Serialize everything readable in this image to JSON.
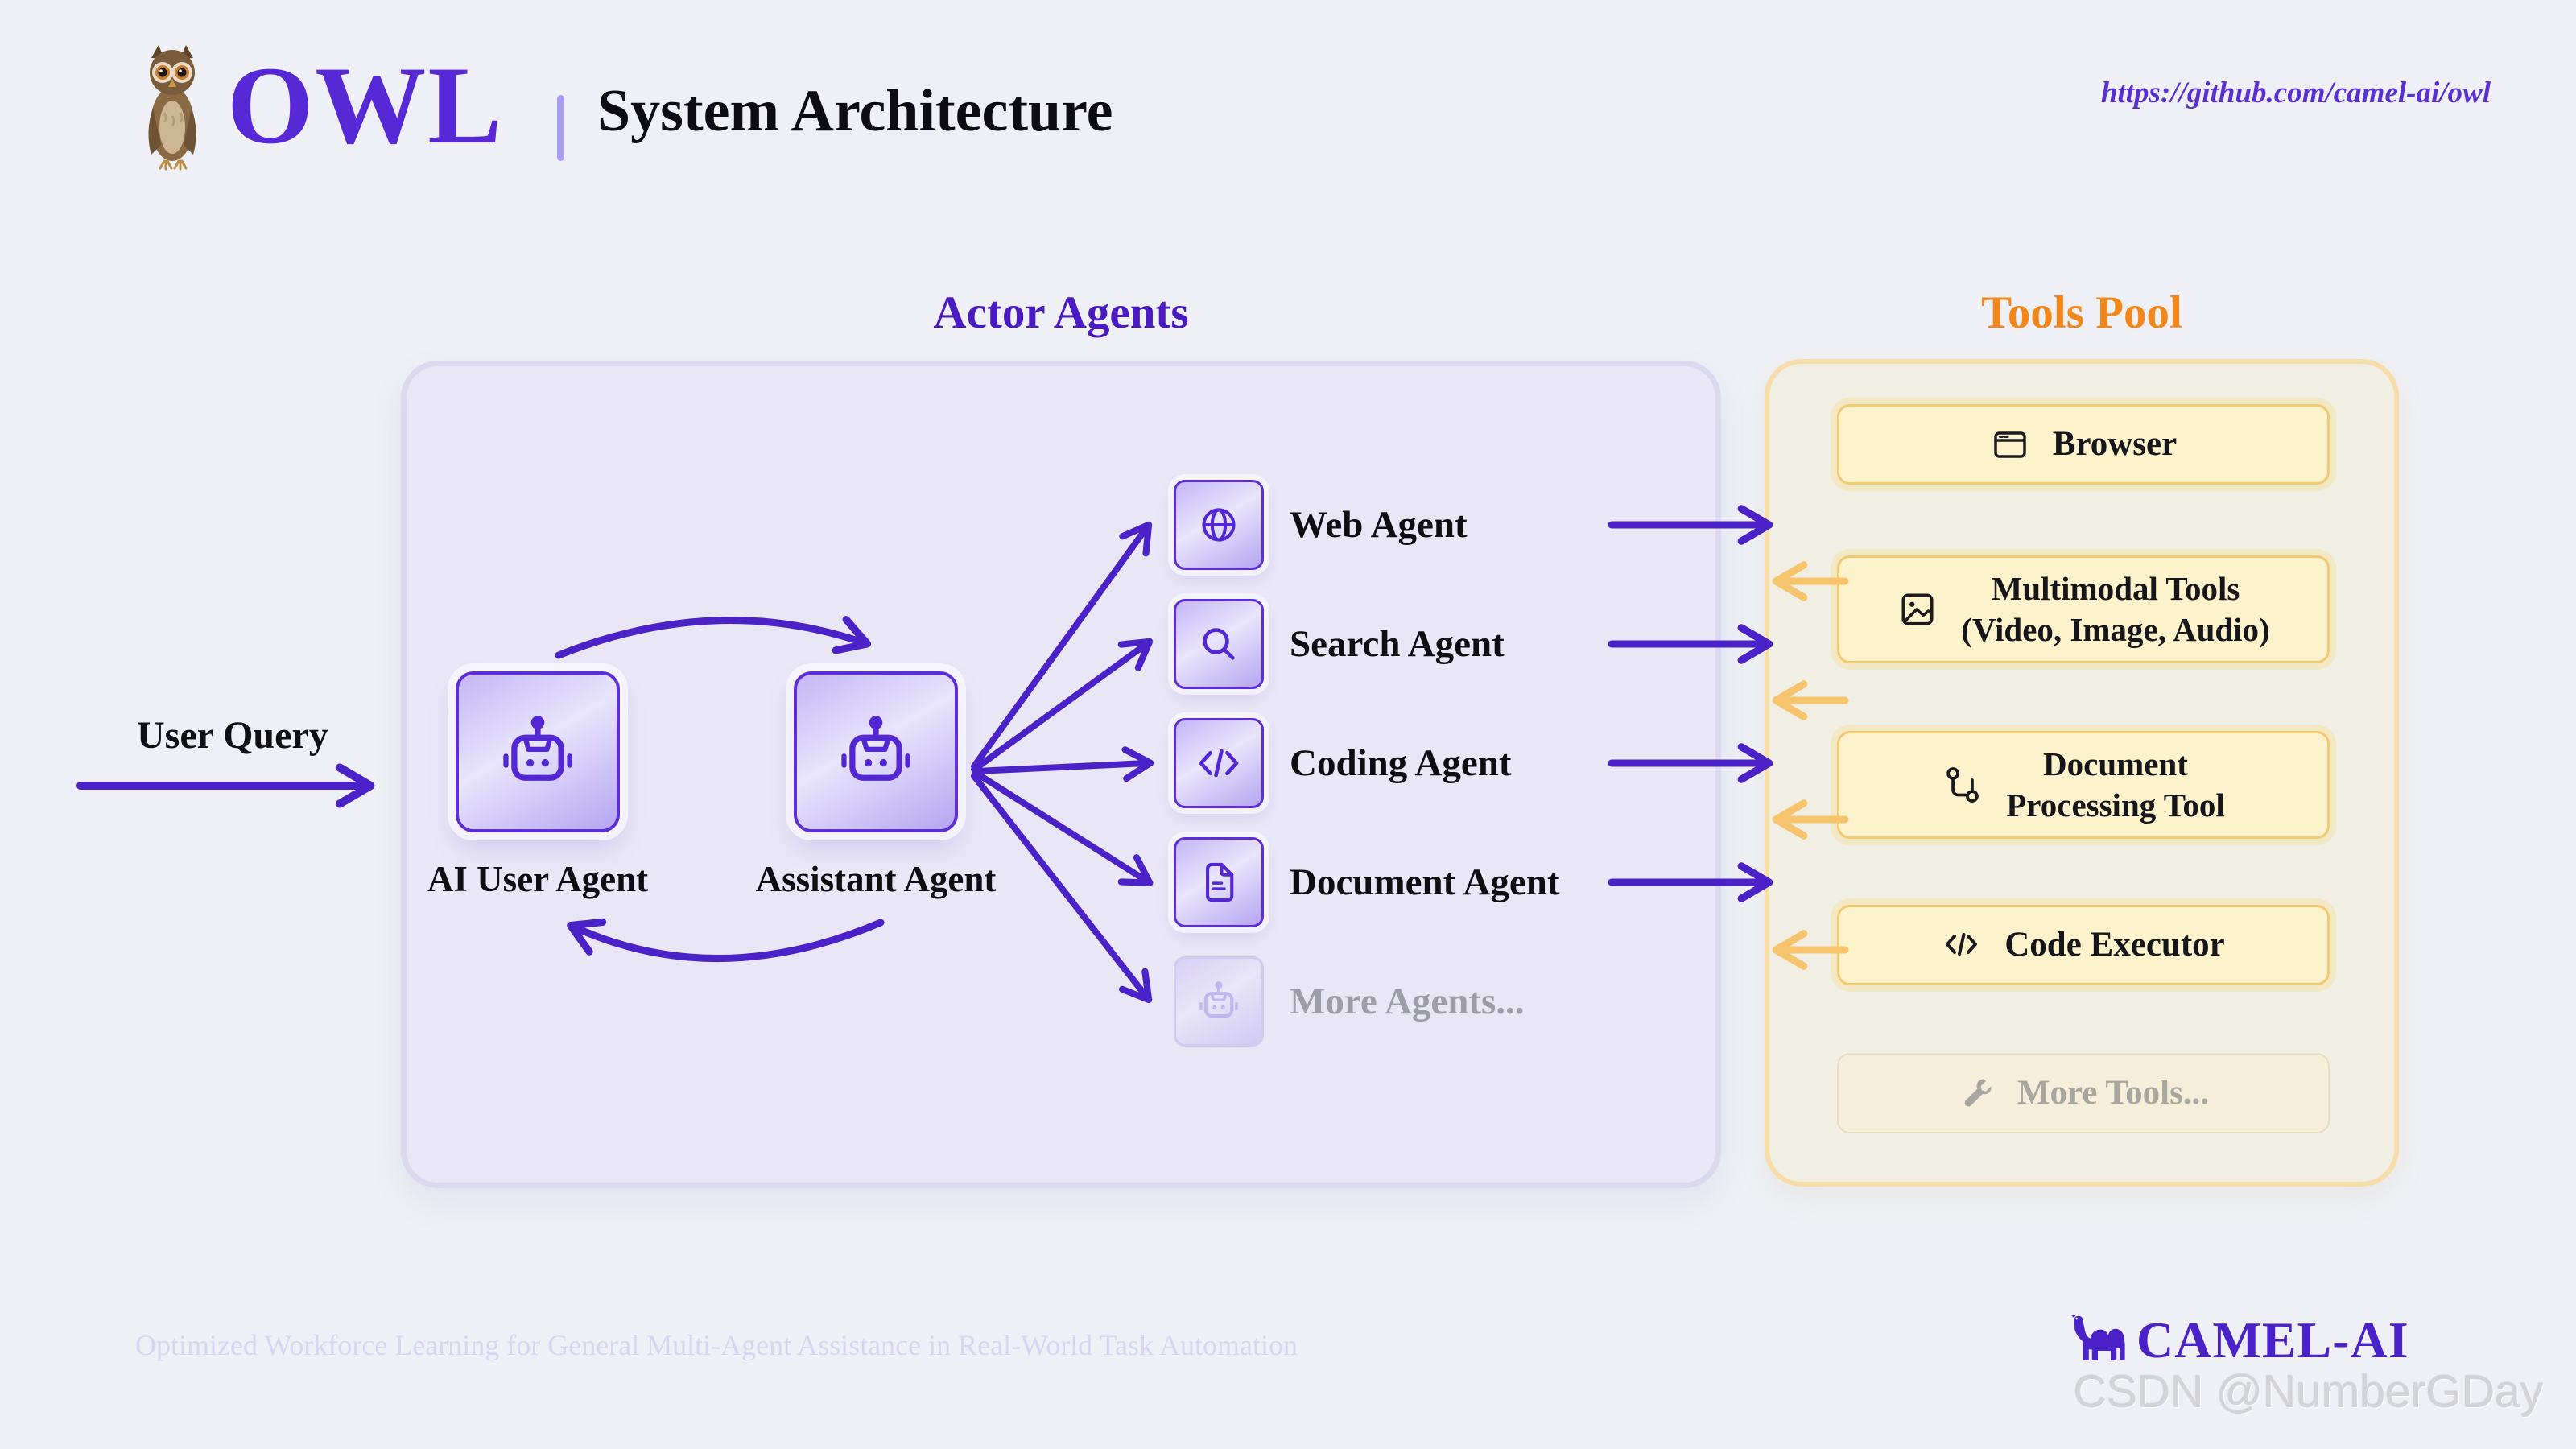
{
  "header": {
    "logo_text": "OWL",
    "title": "System Architecture",
    "repo_link": "https://github.com/camel-ai/owl"
  },
  "actor_agents": {
    "title": "Actor Agents",
    "user_query_label": "User Query",
    "ai_user_agent_label": "AI User Agent",
    "assistant_agent_label": "Assistant Agent",
    "agents": [
      {
        "label": "Web Agent",
        "icon": "globe-icon"
      },
      {
        "label": "Search Agent",
        "icon": "search-icon"
      },
      {
        "label": "Coding Agent",
        "icon": "code-icon"
      },
      {
        "label": "Document Agent",
        "icon": "document-icon"
      },
      {
        "label": "More Agents...",
        "icon": "robot-icon",
        "muted": true
      }
    ]
  },
  "tools_pool": {
    "title": "Tools Pool",
    "tools": [
      {
        "lines": [
          "Browser"
        ],
        "icon": "browser-icon"
      },
      {
        "lines": [
          "Multimodal Tools",
          "(Video, Image, Audio)"
        ],
        "icon": "image-icon"
      },
      {
        "lines": [
          "Document",
          "Processing Tool"
        ],
        "icon": "document-processing-icon"
      },
      {
        "lines": [
          "Code Executor"
        ],
        "icon": "code-icon"
      },
      {
        "lines": [
          "More Tools..."
        ],
        "icon": "wrench-icon",
        "muted": true
      }
    ]
  },
  "footer": {
    "tagline": "Optimized Workforce Learning for General Multi-Agent Assistance in Real-World Task Automation",
    "brand": "CAMEL-AI",
    "watermark": "CSDN @NumberGDay"
  },
  "colors": {
    "purple": "#4b22c8",
    "purple_deep": "#5628d6",
    "orange": "#f2871b",
    "amber": "#f6c46d"
  }
}
